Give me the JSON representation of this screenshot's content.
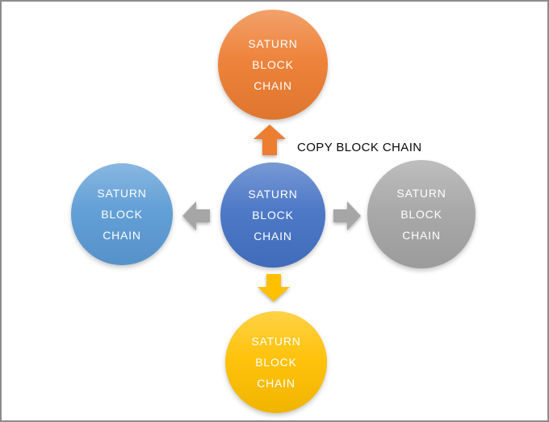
{
  "diagram": {
    "copy_label": "COPY BLOCK CHAIN",
    "canvas": {
      "background": "#FFFFFF",
      "border": "#8C8C8C"
    },
    "nodes": {
      "top": {
        "lines": [
          "SATURN",
          "BLOCK",
          "CHAIN"
        ],
        "color": "#ED7D31"
      },
      "center": {
        "lines": [
          "SATURN",
          "BLOCK",
          "CHAIN"
        ],
        "color": "#4472C4"
      },
      "left": {
        "lines": [
          "SATURN",
          "BLOCK",
          "CHAIN"
        ],
        "color": "#5B9BD5"
      },
      "right": {
        "lines": [
          "SATURN",
          "BLOCK",
          "CHAIN"
        ],
        "color": "#A5A5A5"
      },
      "bottom": {
        "lines": [
          "SATURN",
          "BLOCK",
          "CHAIN"
        ],
        "color": "#FFC000"
      }
    },
    "arrows": {
      "up": {
        "color": "#ED7D31"
      },
      "left": {
        "color": "#A6A6A6"
      },
      "right": {
        "color": "#A6A6A6"
      },
      "down": {
        "color": "#FFC000"
      }
    }
  }
}
